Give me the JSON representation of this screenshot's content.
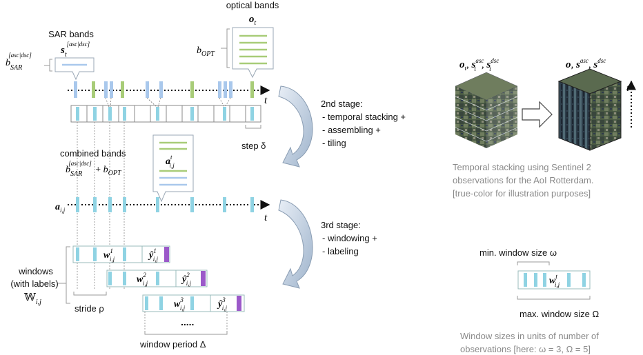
{
  "labels": {
    "optical_bands": "optical bands",
    "sar_bands": "SAR bands",
    "step": "step δ",
    "combined_bands": "combined bands",
    "windows_line1": "windows",
    "windows_line2": "(with labels)",
    "stride": "stride ρ",
    "window_period": "window period Δ",
    "dots": ".....",
    "axis_t": "t"
  },
  "stages": {
    "second_title": "2nd stage:",
    "second_items": [
      "- temporal stacking +",
      "- assembling +",
      "- tiling"
    ],
    "third_title": "3rd stage:",
    "third_items": [
      "- windowing +",
      "- labeling"
    ]
  },
  "rotterdam_caption": [
    "Temporal stacking using Sentinel 2",
    "observations for the AoI Rotterdam.",
    "[true-color for illustration purposes]"
  ],
  "window_size": {
    "min_label": "min. window size ω",
    "max_label": "max. window size Ω",
    "caption_line1": "Window sizes in units of number of",
    "caption_line2": "observations [here: ω = 3, Ω = 5]"
  },
  "colors": {
    "sar": "#a9c8ec",
    "optical": "#a8cc78",
    "combined": "#8fd3e3",
    "label": "#9b59c9"
  }
}
